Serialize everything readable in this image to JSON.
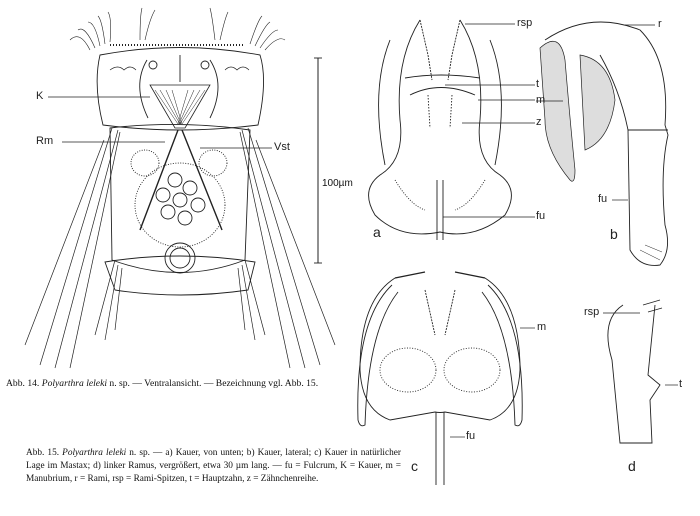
{
  "figure14": {
    "labels": {
      "K": "K",
      "Rm": "Rm",
      "Vst": "Vst"
    },
    "scale_bar": "100µm",
    "caption": {
      "prefix": "Abb. 14.",
      "species": "Polyarthra leleki",
      "rest": " n. sp. — Ventralansicht. — Bezeichnung vgl. Abb. 15."
    }
  },
  "figure15": {
    "panels": {
      "a": "a",
      "b": "b",
      "c": "c",
      "d": "d"
    },
    "labels": {
      "a": {
        "rsp": "rsp",
        "t": "t",
        "m": "m",
        "z": "z",
        "fu": "fu"
      },
      "b": {
        "r": "r",
        "fu": "fu"
      },
      "c": {
        "m": "m",
        "fu": "fu"
      },
      "d": {
        "rsp": "rsp",
        "t": "t"
      }
    },
    "caption": {
      "prefix": "Abb. 15.",
      "species": "Polyarthra leleki",
      "rest": " n. sp. — a) Kauer, von unten; b) Kauer, lateral; c) Kauer in natürlicher Lage im Mastax; d) linker Ramus, vergrößert, etwa 30 µm lang. — fu = Fulcrum, K = Kauer, m = Manubrium, r = Rami, rsp = Rami-Spitzen, t = Hauptzahn, z = Zähnchenreihe."
    }
  }
}
